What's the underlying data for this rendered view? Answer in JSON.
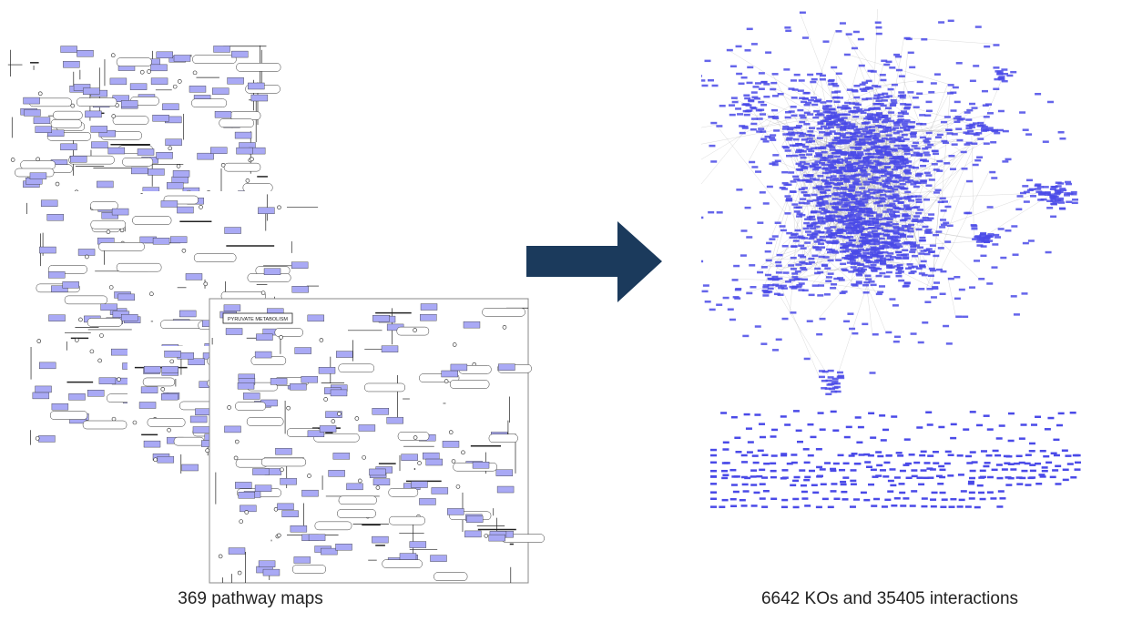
{
  "left_panel": {
    "caption": "369 pathway maps",
    "map_title_text": "PYRUVATE METABOLISM"
  },
  "right_panel": {
    "caption": "6642 KOs and 35405 interactions"
  },
  "colors": {
    "arrow": "#1b3a5c",
    "enzyme_box": "#a9a9f5",
    "node": "#4a4ae8",
    "edge": "#9a9a9a"
  },
  "icons": {
    "arrow": "right-arrow-icon"
  }
}
